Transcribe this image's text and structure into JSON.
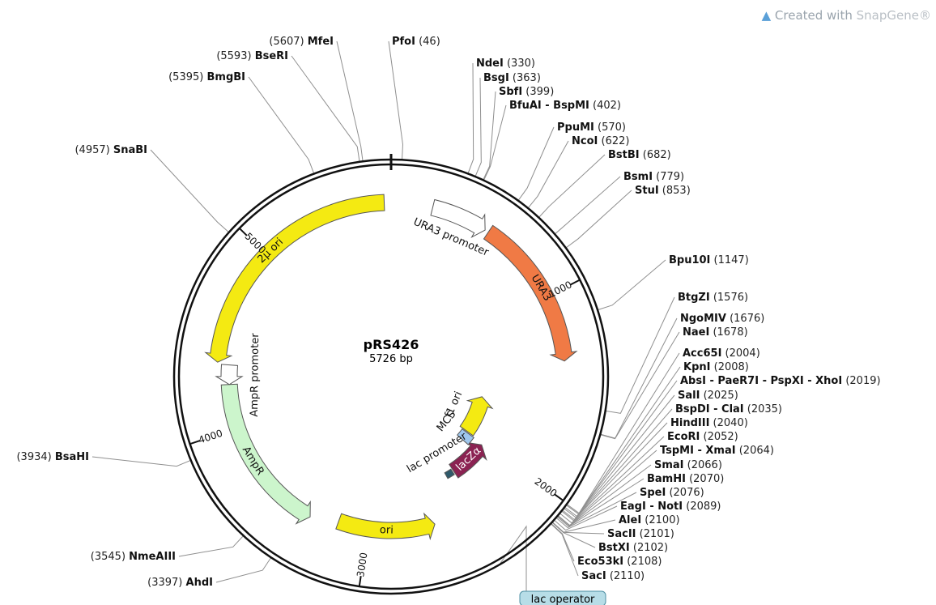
{
  "watermark": {
    "prefix": "Created with",
    "brand": "SnapGene®",
    "icon": "snapgene-logo-icon"
  },
  "plasmid": {
    "name": "pRS426",
    "length": "5726 bp",
    "length_bp": 5726
  },
  "ticks": [
    {
      "pos": 1000,
      "label": "1000"
    },
    {
      "pos": 2000,
      "label": "2000"
    },
    {
      "pos": 3000,
      "label": "3000"
    },
    {
      "pos": 4000,
      "label": "4000"
    },
    {
      "pos": 5000,
      "label": "5000"
    }
  ],
  "features": [
    {
      "name": "URA3 promoter",
      "start": 220,
      "end": 520,
      "color": "#ffffff",
      "direction": "cw",
      "label_pos": "outside-inner"
    },
    {
      "name": "URA3",
      "start": 540,
      "end": 1350,
      "color": "#f07a45",
      "direction": "cw",
      "label_pos": "on"
    },
    {
      "name": "f1 ori",
      "start": 1630,
      "end": 2000,
      "color": "#f4ea12",
      "direction": "ccw",
      "label_pos": "side"
    },
    {
      "name": "lacZα",
      "start": 2020,
      "end": 2330,
      "color": "#8b2252",
      "direction": "ccw",
      "label_pos": "on"
    },
    {
      "name": "MCS",
      "start": 2010,
      "end": 2090,
      "color": "#9ec7ee",
      "direction": "none",
      "label_pos": "side"
    },
    {
      "name": "lac promoter",
      "start": 2340,
      "end": 2400,
      "color": "#2f5a6b",
      "direction": "none",
      "label_pos": "side"
    },
    {
      "name": "ori",
      "start": 2600,
      "end": 3180,
      "color": "#f4ea12",
      "direction": "ccw",
      "label_pos": "on"
    },
    {
      "name": "AmpR",
      "start": 3340,
      "end": 4250,
      "color": "#ccf5cc",
      "direction": "ccw",
      "label_pos": "on"
    },
    {
      "name": "AmpR promoter",
      "start": 4250,
      "end": 4360,
      "color": "#ffffff",
      "direction": "ccw",
      "label_pos": "beside"
    },
    {
      "name": "2μ ori",
      "start": 4370,
      "end": 5690,
      "color": "#f4ea12",
      "direction": "ccw",
      "label_pos": "on"
    }
  ],
  "lac_operator": "lac operator",
  "sites": [
    {
      "name": "PfoI",
      "pos": 46
    },
    {
      "name": "MfeI",
      "pos": 5607
    },
    {
      "name": "BseRI",
      "pos": 5593
    },
    {
      "name": "BmgBI",
      "pos": 5395
    },
    {
      "name": "SnaBI",
      "pos": 4957
    },
    {
      "name": "BsaHI",
      "pos": 3934
    },
    {
      "name": "NmeAIII",
      "pos": 3545
    },
    {
      "name": "AhdI",
      "pos": 3397
    },
    {
      "name": "NdeI",
      "pos": 330
    },
    {
      "name": "BsgI",
      "pos": 363
    },
    {
      "name": "SbfI",
      "pos": 399
    },
    {
      "name": "BfuAI - BspMI",
      "pos": 402
    },
    {
      "name": "PpuMI",
      "pos": 570
    },
    {
      "name": "NcoI",
      "pos": 622
    },
    {
      "name": "BstBI",
      "pos": 682
    },
    {
      "name": "BsmI",
      "pos": 779
    },
    {
      "name": "StuI",
      "pos": 853
    },
    {
      "name": "Bpu10I",
      "pos": 1147
    },
    {
      "name": "BtgZI",
      "pos": 1576
    },
    {
      "name": "NgoMIV",
      "pos": 1676
    },
    {
      "name": "NaeI",
      "pos": 1678
    },
    {
      "name": "Acc65I",
      "pos": 2004
    },
    {
      "name": "KpnI",
      "pos": 2008
    },
    {
      "name": "AbsI - PaeR7I - PspXI - XhoI",
      "pos": 2019
    },
    {
      "name": "SalI",
      "pos": 2025
    },
    {
      "name": "BspDI - ClaI",
      "pos": 2035
    },
    {
      "name": "HindIII",
      "pos": 2040
    },
    {
      "name": "EcoRI",
      "pos": 2052
    },
    {
      "name": "TspMI - XmaI",
      "pos": 2064
    },
    {
      "name": "SmaI",
      "pos": 2066
    },
    {
      "name": "BamHI",
      "pos": 2070
    },
    {
      "name": "SpeI",
      "pos": 2076
    },
    {
      "name": "EagI - NotI",
      "pos": 2089
    },
    {
      "name": "AleI",
      "pos": 2100
    },
    {
      "name": "SacII",
      "pos": 2101
    },
    {
      "name": "BstXI",
      "pos": 2102
    },
    {
      "name": "Eco53kI",
      "pos": 2108
    },
    {
      "name": "SacI",
      "pos": 2110
    }
  ]
}
